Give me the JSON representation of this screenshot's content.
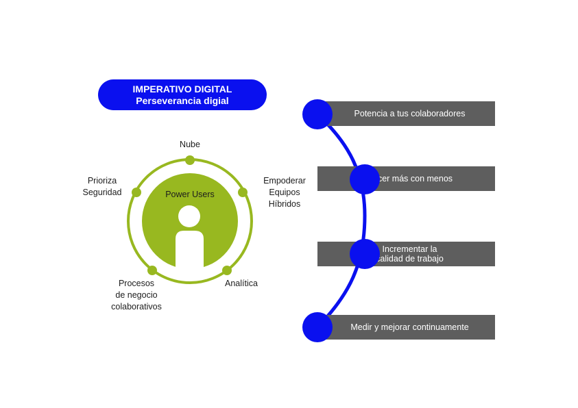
{
  "title": {
    "line1": "IMPERATIVO DIGITAL",
    "line2": "Perseverancia digial"
  },
  "colors": {
    "accent_blue": "#0a10ef",
    "green": "#98b820",
    "bar_gray": "#5e5e5e"
  },
  "cycle": {
    "center": "Power Users",
    "nodes": {
      "nube": "Nube",
      "prioriza_line1": "Prioriza",
      "prioriza_line2": "Seguridad",
      "empoderar_line1": "Empoderar",
      "empoderar_line2": "Equipos",
      "empoderar_line3": "Híbridos",
      "procesos_line1": "Procesos",
      "procesos_line2": "de negocio",
      "procesos_line3": "colaborativos",
      "analitica": "Analítica"
    }
  },
  "steps": [
    {
      "line1": "Potencia a tus colaboradores",
      "line2": ""
    },
    {
      "line1": "Hacer más con menos",
      "line2": ""
    },
    {
      "line1": "Incrementar la",
      "line2": "calidad de trabajo"
    },
    {
      "line1": "Medir y mejorar continuamente",
      "line2": ""
    }
  ]
}
